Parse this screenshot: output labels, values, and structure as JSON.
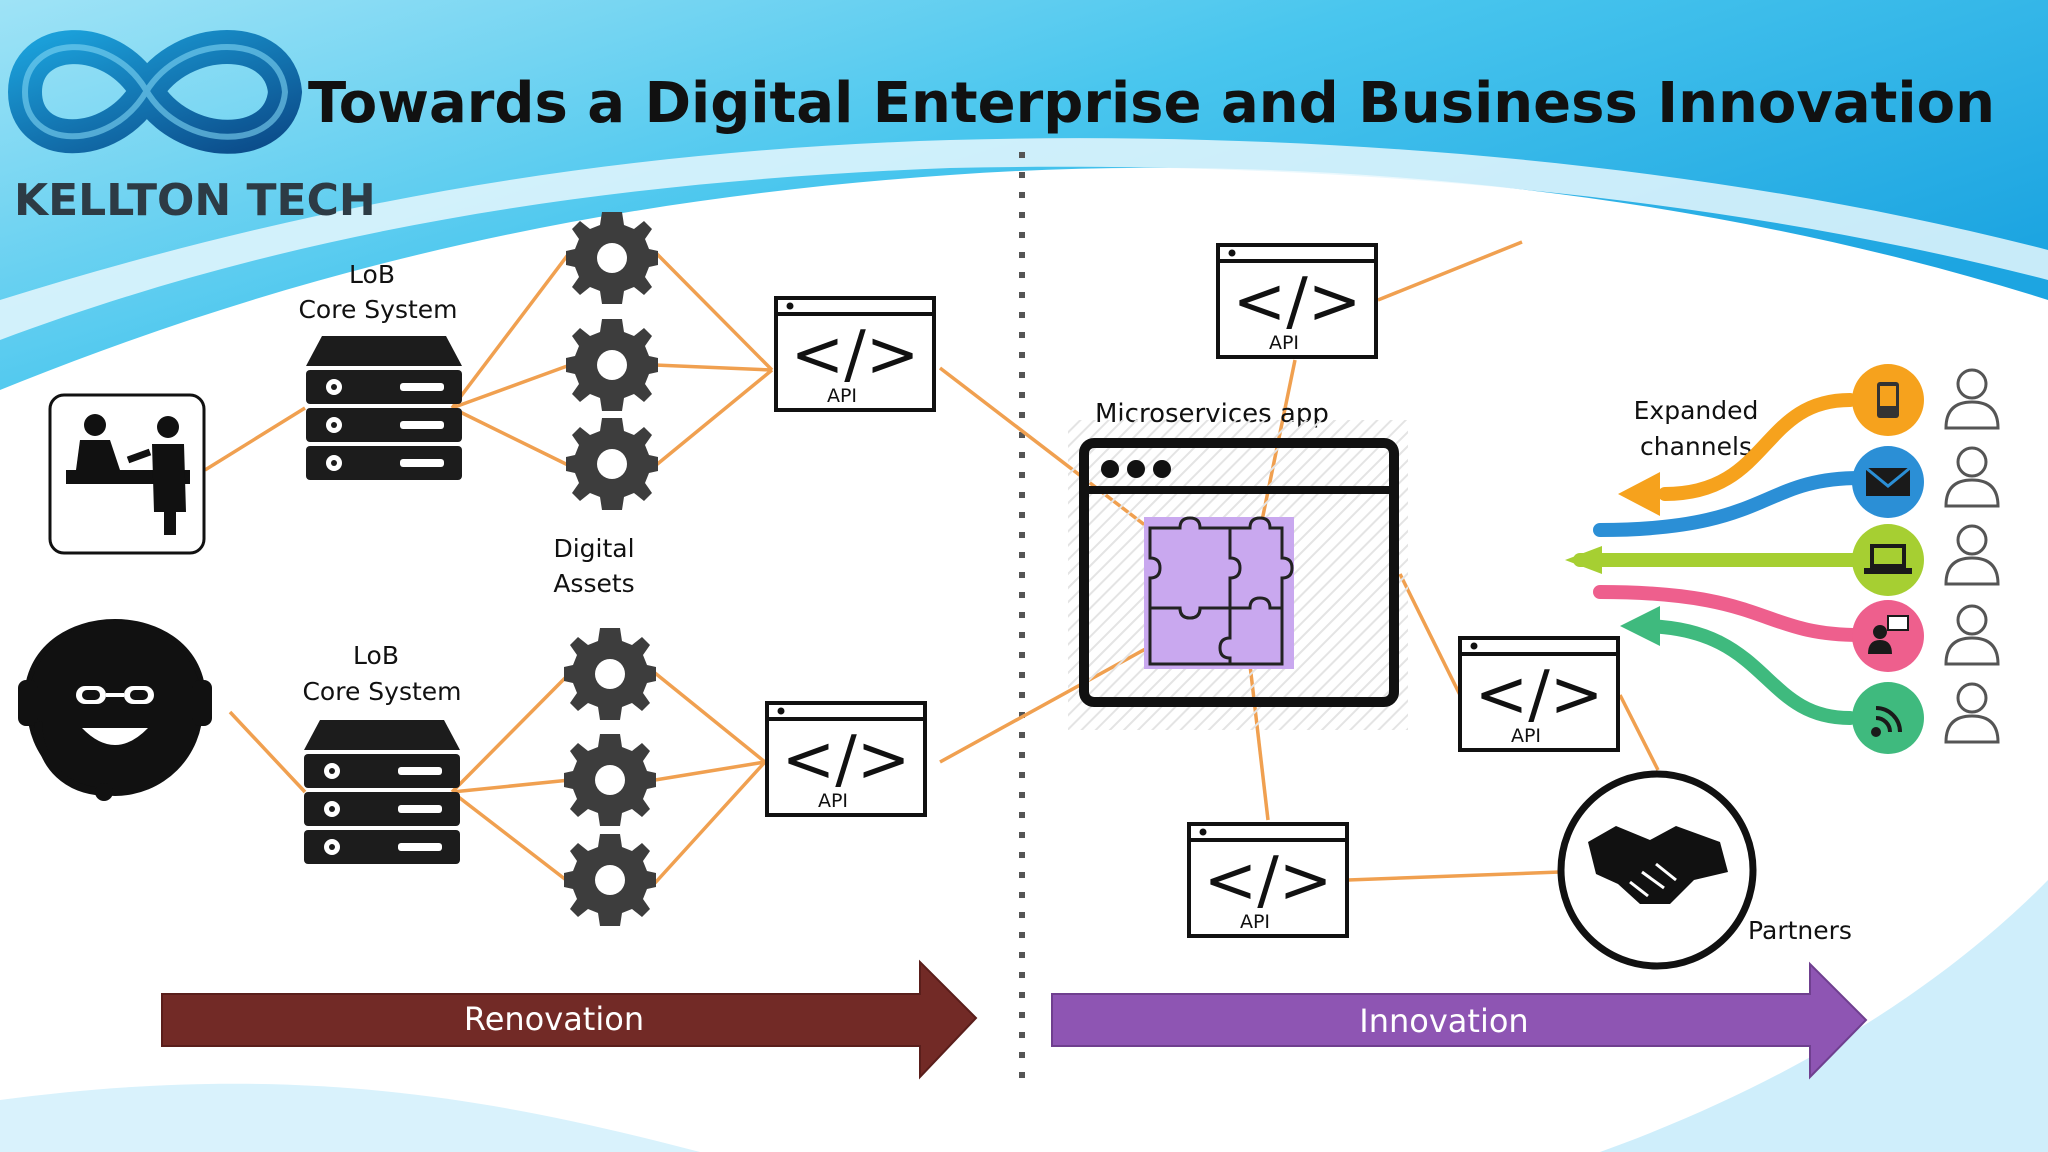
{
  "header": {
    "title": "Towards a Digital Enterprise and Business Innovation",
    "logo_text": "KELLTON TECH"
  },
  "labels": {
    "lob_top_line1": "LoB",
    "lob_top_line2": "Core System",
    "lob_bottom_line1": "LoB",
    "lob_bottom_line2": "Core System",
    "digital_assets_line1": "Digital",
    "digital_assets_line2": "Assets",
    "microservices": "Microservices app",
    "expanded_line1": "Expanded",
    "expanded_line2": "channels",
    "partners": "Partners",
    "api": "API"
  },
  "arrows": {
    "renovation": "Renovation",
    "innovation": "Innovation"
  },
  "colors": {
    "connector": "#f0a050",
    "renovation_arrow": "#722a26",
    "innovation_arrow": "#8e55b3",
    "puzzle": "#c9a8ef",
    "channel_orange": "#f6a21d",
    "channel_blue": "#2b8fd6",
    "channel_green": "#a6cf32",
    "channel_pink": "#ee5f8d",
    "channel_teal": "#3fba7e"
  },
  "icons": {
    "phone": "mobile-phone-icon",
    "mail": "envelope-icon",
    "laptop": "laptop-icon",
    "chat": "chat-user-icon",
    "wifi": "wireless-icon"
  }
}
